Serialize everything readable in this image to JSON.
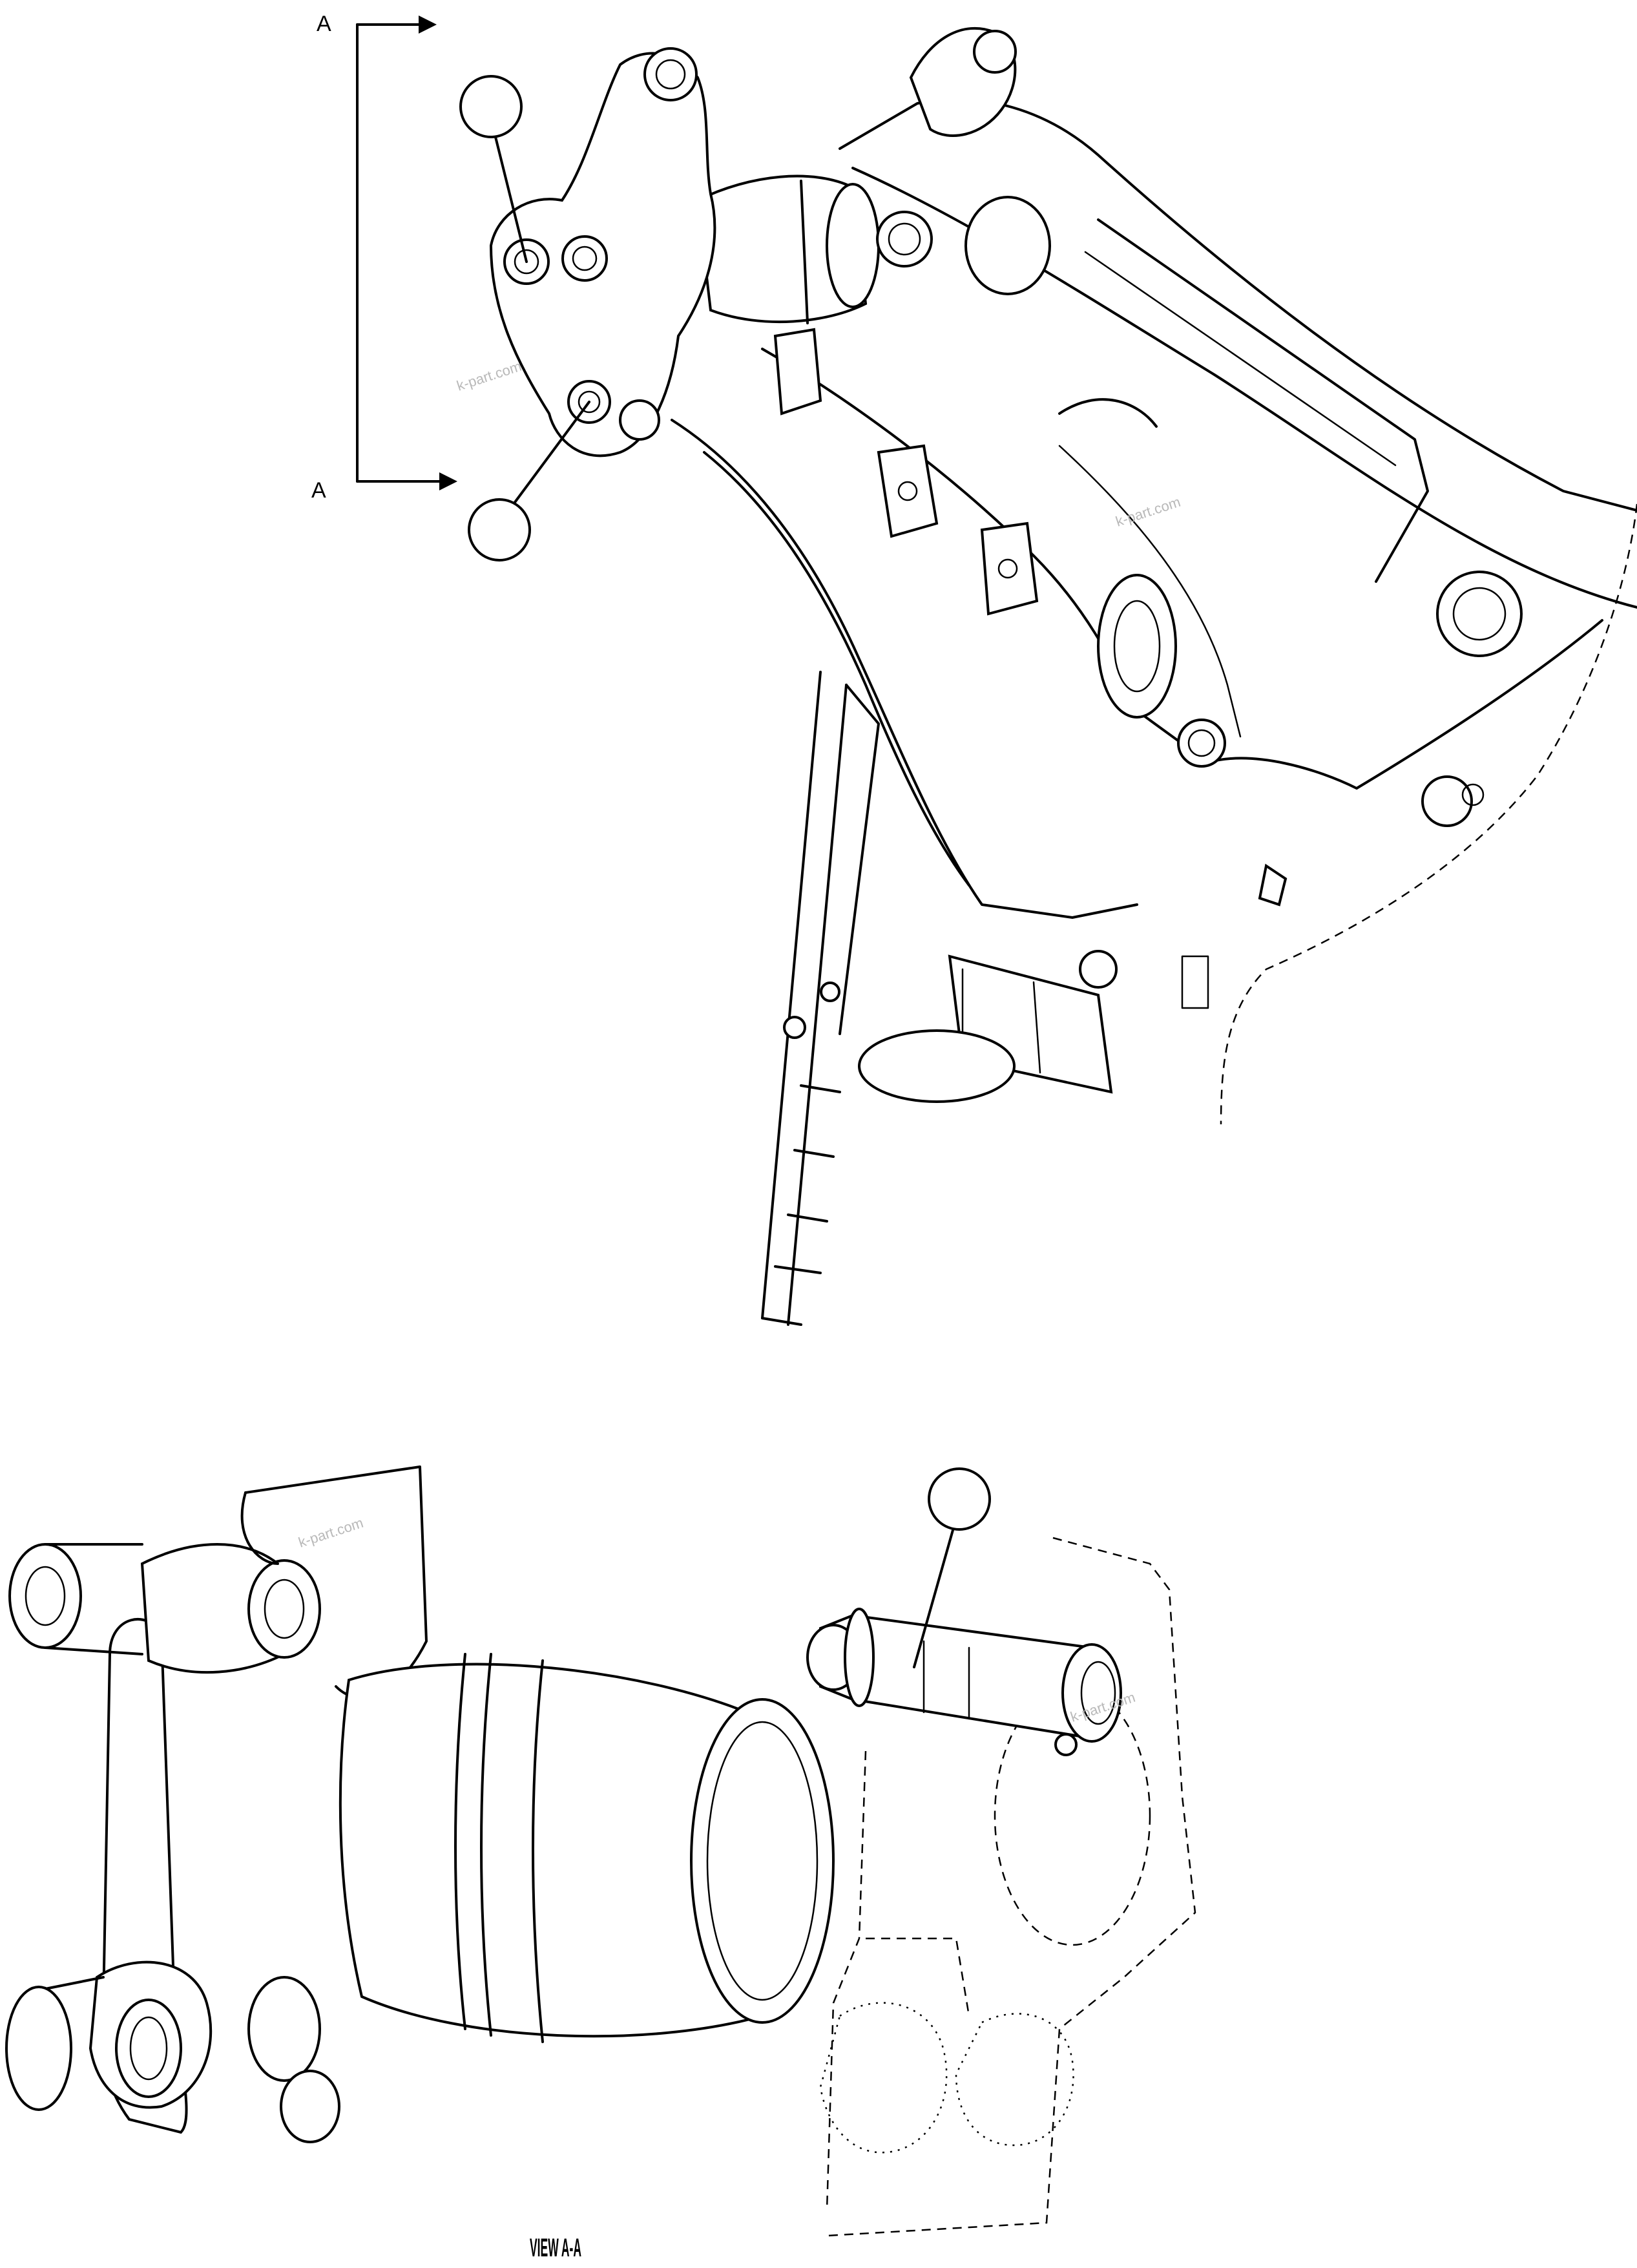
{
  "section_marker": {
    "top": "A",
    "bottom": "A"
  },
  "view_label": "VIEW A-A",
  "watermarks": [
    "k-part.com",
    "k-part.com",
    "k-part.com",
    "k-part.com"
  ],
  "callouts": [
    "",
    "",
    ""
  ],
  "corner_code": ""
}
